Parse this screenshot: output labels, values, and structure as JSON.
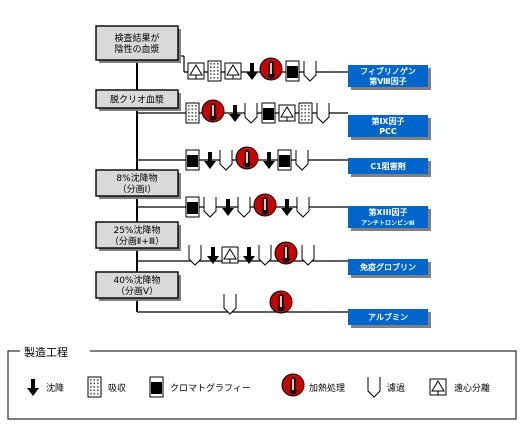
{
  "sources": [
    {
      "id": "negative-plasma",
      "lines": [
        "検査結果が",
        "陰性の血漿"
      ]
    },
    {
      "id": "cryo-poor-plasma",
      "lines": [
        "脱クリオ血漿"
      ]
    },
    {
      "id": "fraction-1",
      "lines": [
        "8%沈降物",
        "（分画Ⅰ）"
      ]
    },
    {
      "id": "fraction-2-3",
      "lines": [
        "25%沈降物",
        "（分画Ⅱ+Ⅲ）"
      ]
    },
    {
      "id": "fraction-5",
      "lines": [
        "40%沈降物",
        "（分画Ⅴ）"
      ]
    }
  ],
  "products": [
    {
      "id": "fibrinogen",
      "lines": [
        "フィブリノゲン",
        "第Ⅷ因子"
      ]
    },
    {
      "id": "factor-ix-pcc",
      "lines": [
        "第Ⅸ因子",
        "PCC"
      ]
    },
    {
      "id": "c1-inhibitor",
      "lines": [
        "C1阻害剤"
      ]
    },
    {
      "id": "factor-xiii",
      "lines": [
        "第XIII因子",
        "アンチトロンビンⅢ"
      ]
    },
    {
      "id": "immunoglobulin",
      "lines": [
        "免疫グロブリン"
      ]
    },
    {
      "id": "albumin",
      "lines": [
        "アルブミン"
      ]
    }
  ],
  "process_rows": [
    [
      "centrifugation",
      "adsorption",
      "centrifugation",
      "precipitation",
      "heat-treatment",
      "chromatography",
      "filtration"
    ],
    [
      "adsorption",
      "heat-treatment",
      "precipitation",
      "filtration",
      "chromatography",
      "centrifugation",
      "adsorption",
      "filtration"
    ],
    [
      "chromatography",
      "precipitation",
      "filtration",
      "heat-treatment",
      "precipitation",
      "chromatography",
      "filtration"
    ],
    [
      "chromatography",
      "filtration",
      "precipitation",
      "filtration",
      "heat-treatment",
      "precipitation",
      "filtration"
    ],
    [
      "filtration",
      "precipitation",
      "centrifugation",
      "precipitation",
      "filtration",
      "heat-treatment",
      "filtration"
    ],
    [
      "filtration",
      "heat-treatment"
    ]
  ],
  "legend": {
    "title": "製造工程",
    "items": [
      {
        "icon": "precipitation",
        "label": "沈降"
      },
      {
        "icon": "adsorption",
        "label": "吸収"
      },
      {
        "icon": "chromatography",
        "label": "クロマトグラフィー"
      },
      {
        "icon": "heat-treatment",
        "label": "加熱処理"
      },
      {
        "icon": "filtration",
        "label": "濾過"
      },
      {
        "icon": "centrifugation",
        "label": "遠心分離"
      }
    ]
  },
  "colors": {
    "product_box": "#0066cc",
    "heat_icon": "#cc0000",
    "source_box": "#d9d9d9"
  }
}
